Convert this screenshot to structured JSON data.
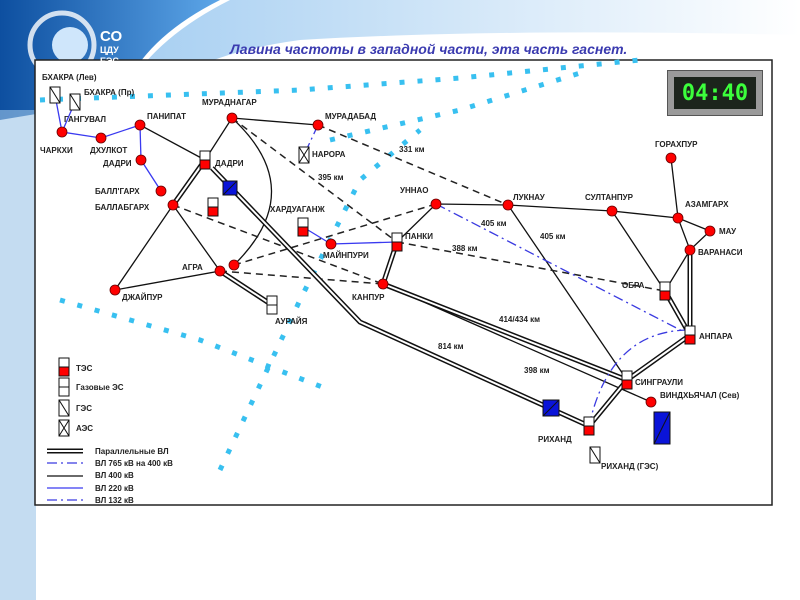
{
  "title": "Лавина частоты в западной части, эта часть гаснет.",
  "timer": "04:40",
  "logo": {
    "line1": "СО",
    "line2": "ЦДУ",
    "line3": "ЕЭС"
  },
  "colors": {
    "tpp": "#ff0000",
    "node": "#ff0000",
    "hydro_blue": "#0a14d8",
    "line220": "#3a3af0",
    "timer_digits": "#3cff3c",
    "title": "#3b3bb0"
  },
  "stations": {
    "bhakra_lev": "БХАКРА (Лев)",
    "bhakra_pr": "БХАКРА (Пр)",
    "ganguval": "ГАНГУВАЛ",
    "charkhi": "ЧАРКХИ",
    "dhulkot": "ДХУЛКОТ",
    "panipat": "ПАНИПАТ",
    "dadri_small": "ДАДРИ",
    "ballgarh": "БАЛЛ'ГАРХ",
    "ballabgarh": "БАЛЛАБГАРХ",
    "muradnagar": "МУРАДНАГАР",
    "dadri": "ДАДРИ",
    "muradabad": "МУРАДАБАД",
    "narora": "НАРОРА",
    "harduaganj": "ХАРДУАГАНЖ",
    "mainpuri": "МАЙНПУРИ",
    "panki": "ПАНКИ",
    "unnao": "УННАО",
    "luknau": "ЛУКНАУ",
    "sultanpur": "СУЛТАНПУР",
    "gorakhpur": "ГОРАХПУР",
    "azamgarh": "АЗАМГАРХ",
    "mau": "МАУ",
    "varanasi": "ВАРАНАСИ",
    "obra": "ОБРА",
    "anpara": "АНПАРА",
    "agra": "АГРА",
    "jaipur": "ДЖАЙПУР",
    "auraiya": "АУРАЙЯ",
    "kanpur": "КАНПУР",
    "singrauli": "СИНГРАУЛИ",
    "vindhyachal": "ВИНДХЬЯЧАЛ (Сев)",
    "rihand": "РИХАНД",
    "rihand_ges": "РИХАНД (ГЭС)"
  },
  "distances": {
    "d331": "331 км",
    "d395": "395 км",
    "d405a": "405 км",
    "d405b": "405 км",
    "d388": "388 км",
    "d414": "414/434 км",
    "d814": "814 км",
    "d398": "398 км"
  },
  "legend": {
    "tpp": "ТЭС",
    "gas": "Газовые ЭС",
    "hydro": "ГЭС",
    "nuclear": "АЭС",
    "parallel": "Параллельные ВЛ",
    "l765": "ВЛ 765 кВ на 400 кВ",
    "l400": "ВЛ 400 кВ",
    "l220": "ВЛ 220 кВ",
    "l132": "ВЛ 132 кВ"
  }
}
